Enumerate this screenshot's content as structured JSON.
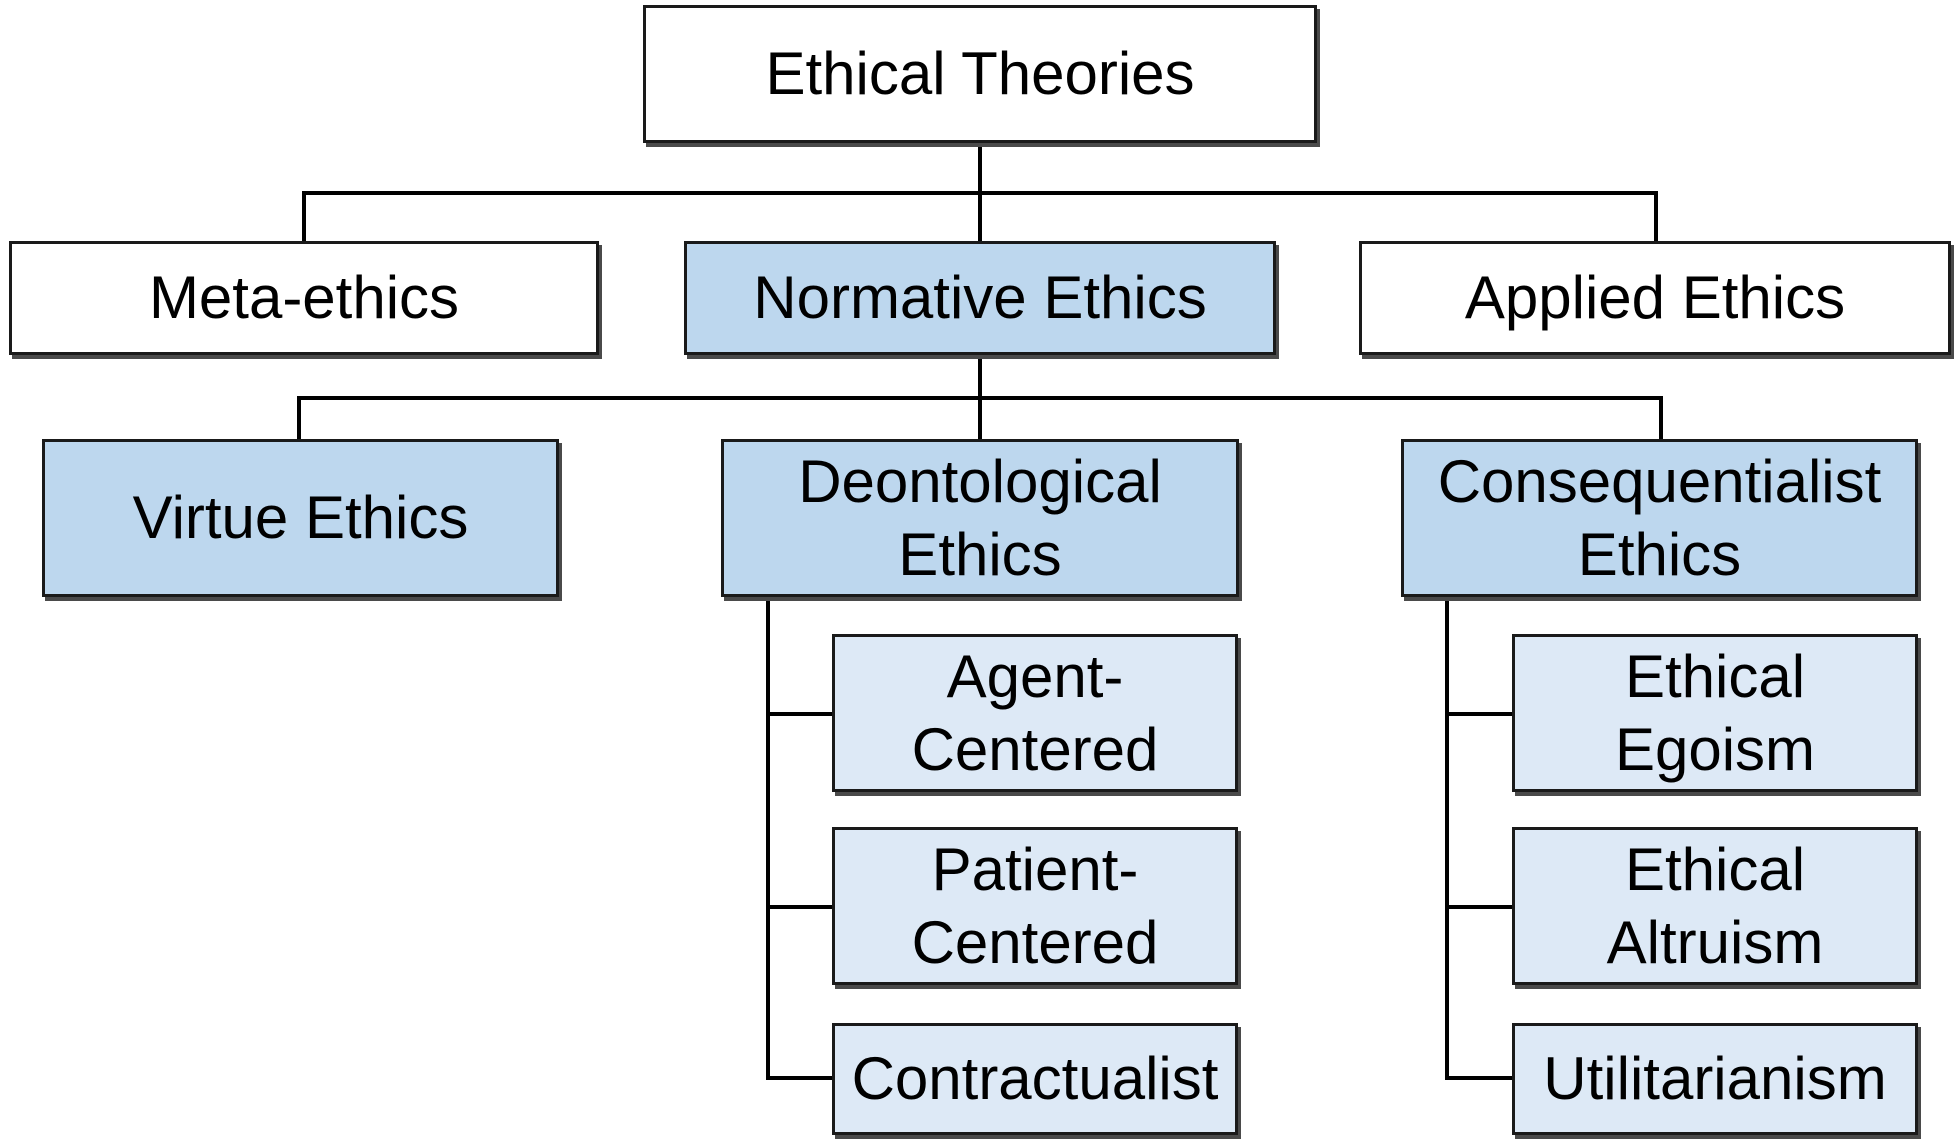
{
  "diagram": {
    "root": {
      "label": "Ethical Theories"
    },
    "branches": {
      "meta": {
        "label": "Meta-ethics"
      },
      "normative": {
        "label": "Normative Ethics"
      },
      "applied": {
        "label": "Applied Ethics"
      }
    },
    "normative_children": {
      "virtue": {
        "label": "Virtue Ethics"
      },
      "deontological": {
        "label": "Deontological\nEthics"
      },
      "consequentialist": {
        "label": "Consequentialist\nEthics"
      }
    },
    "deontological_children": {
      "agent": {
        "label": "Agent-\nCentered"
      },
      "patient": {
        "label": "Patient-\nCentered"
      },
      "contractualist": {
        "label": "Contractualist"
      }
    },
    "consequentialist_children": {
      "egoism": {
        "label": "Ethical\nEgoism"
      },
      "altruism": {
        "label": "Ethical\nAltruism"
      },
      "utilitarianism": {
        "label": "Utilitarianism"
      }
    },
    "colors": {
      "white_box": "#ffffff",
      "highlight_box": "#bdd7ee",
      "light_box": "#dde9f6",
      "border": "#1a1a1a",
      "connector": "#000000"
    }
  }
}
